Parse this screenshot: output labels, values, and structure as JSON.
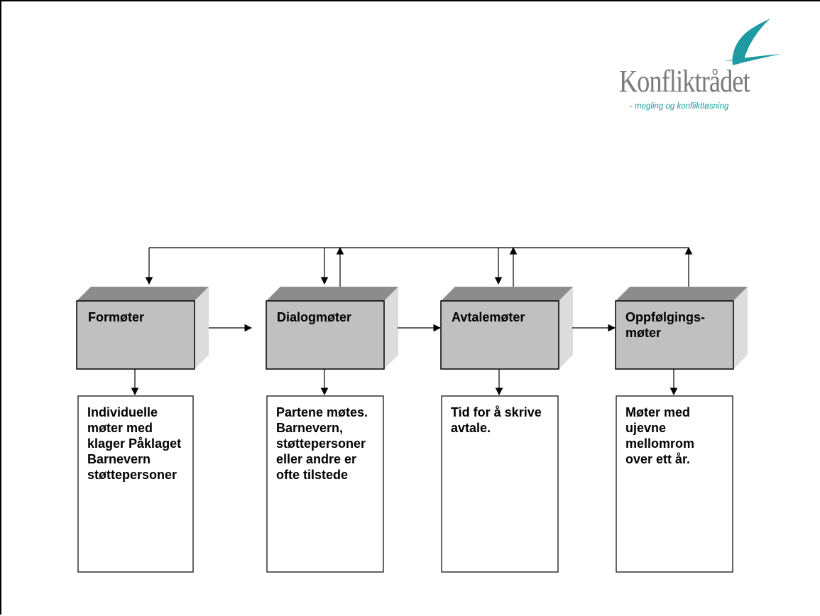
{
  "logo": {
    "name": "Konfliktrådet",
    "tagline": "- megling og konfliktløsning",
    "swoosh_color": "#1e9aa0"
  },
  "stages": [
    {
      "title": "Formøter",
      "description": "Individuelle møter med klager Påklaget Barnevern støttepersoner"
    },
    {
      "title": "Dialogmøter",
      "description": "Partene møtes. Barnevern, støttepersoner eller andre er ofte tilstede"
    },
    {
      "title": "Avtalemøter",
      "description": "Tid for å skrive avtale."
    },
    {
      "title": "Oppfølgings-\nmøter",
      "description": "Møter med ujevne mellomrom over ett år."
    }
  ],
  "colors": {
    "box_front": "#c0c0c0",
    "box_top": "#8c8c8c",
    "box_side": "#dcdcdc"
  }
}
